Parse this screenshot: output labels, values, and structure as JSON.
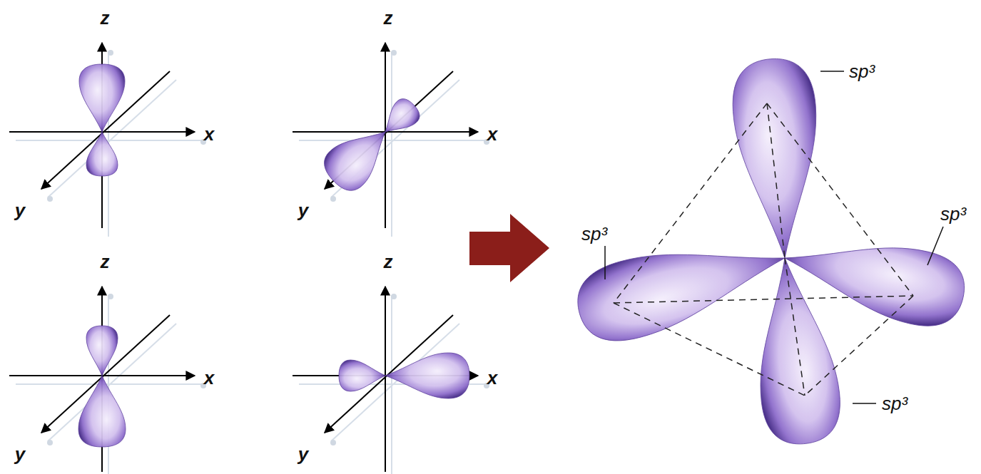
{
  "diagram": {
    "labels": [
      "z",
      "x",
      "y",
      "z",
      "x",
      "y",
      "z",
      "x",
      "y",
      "z",
      "x",
      "y",
      "sp³",
      "sp³",
      "sp³",
      "sp³"
    ]
  }
}
